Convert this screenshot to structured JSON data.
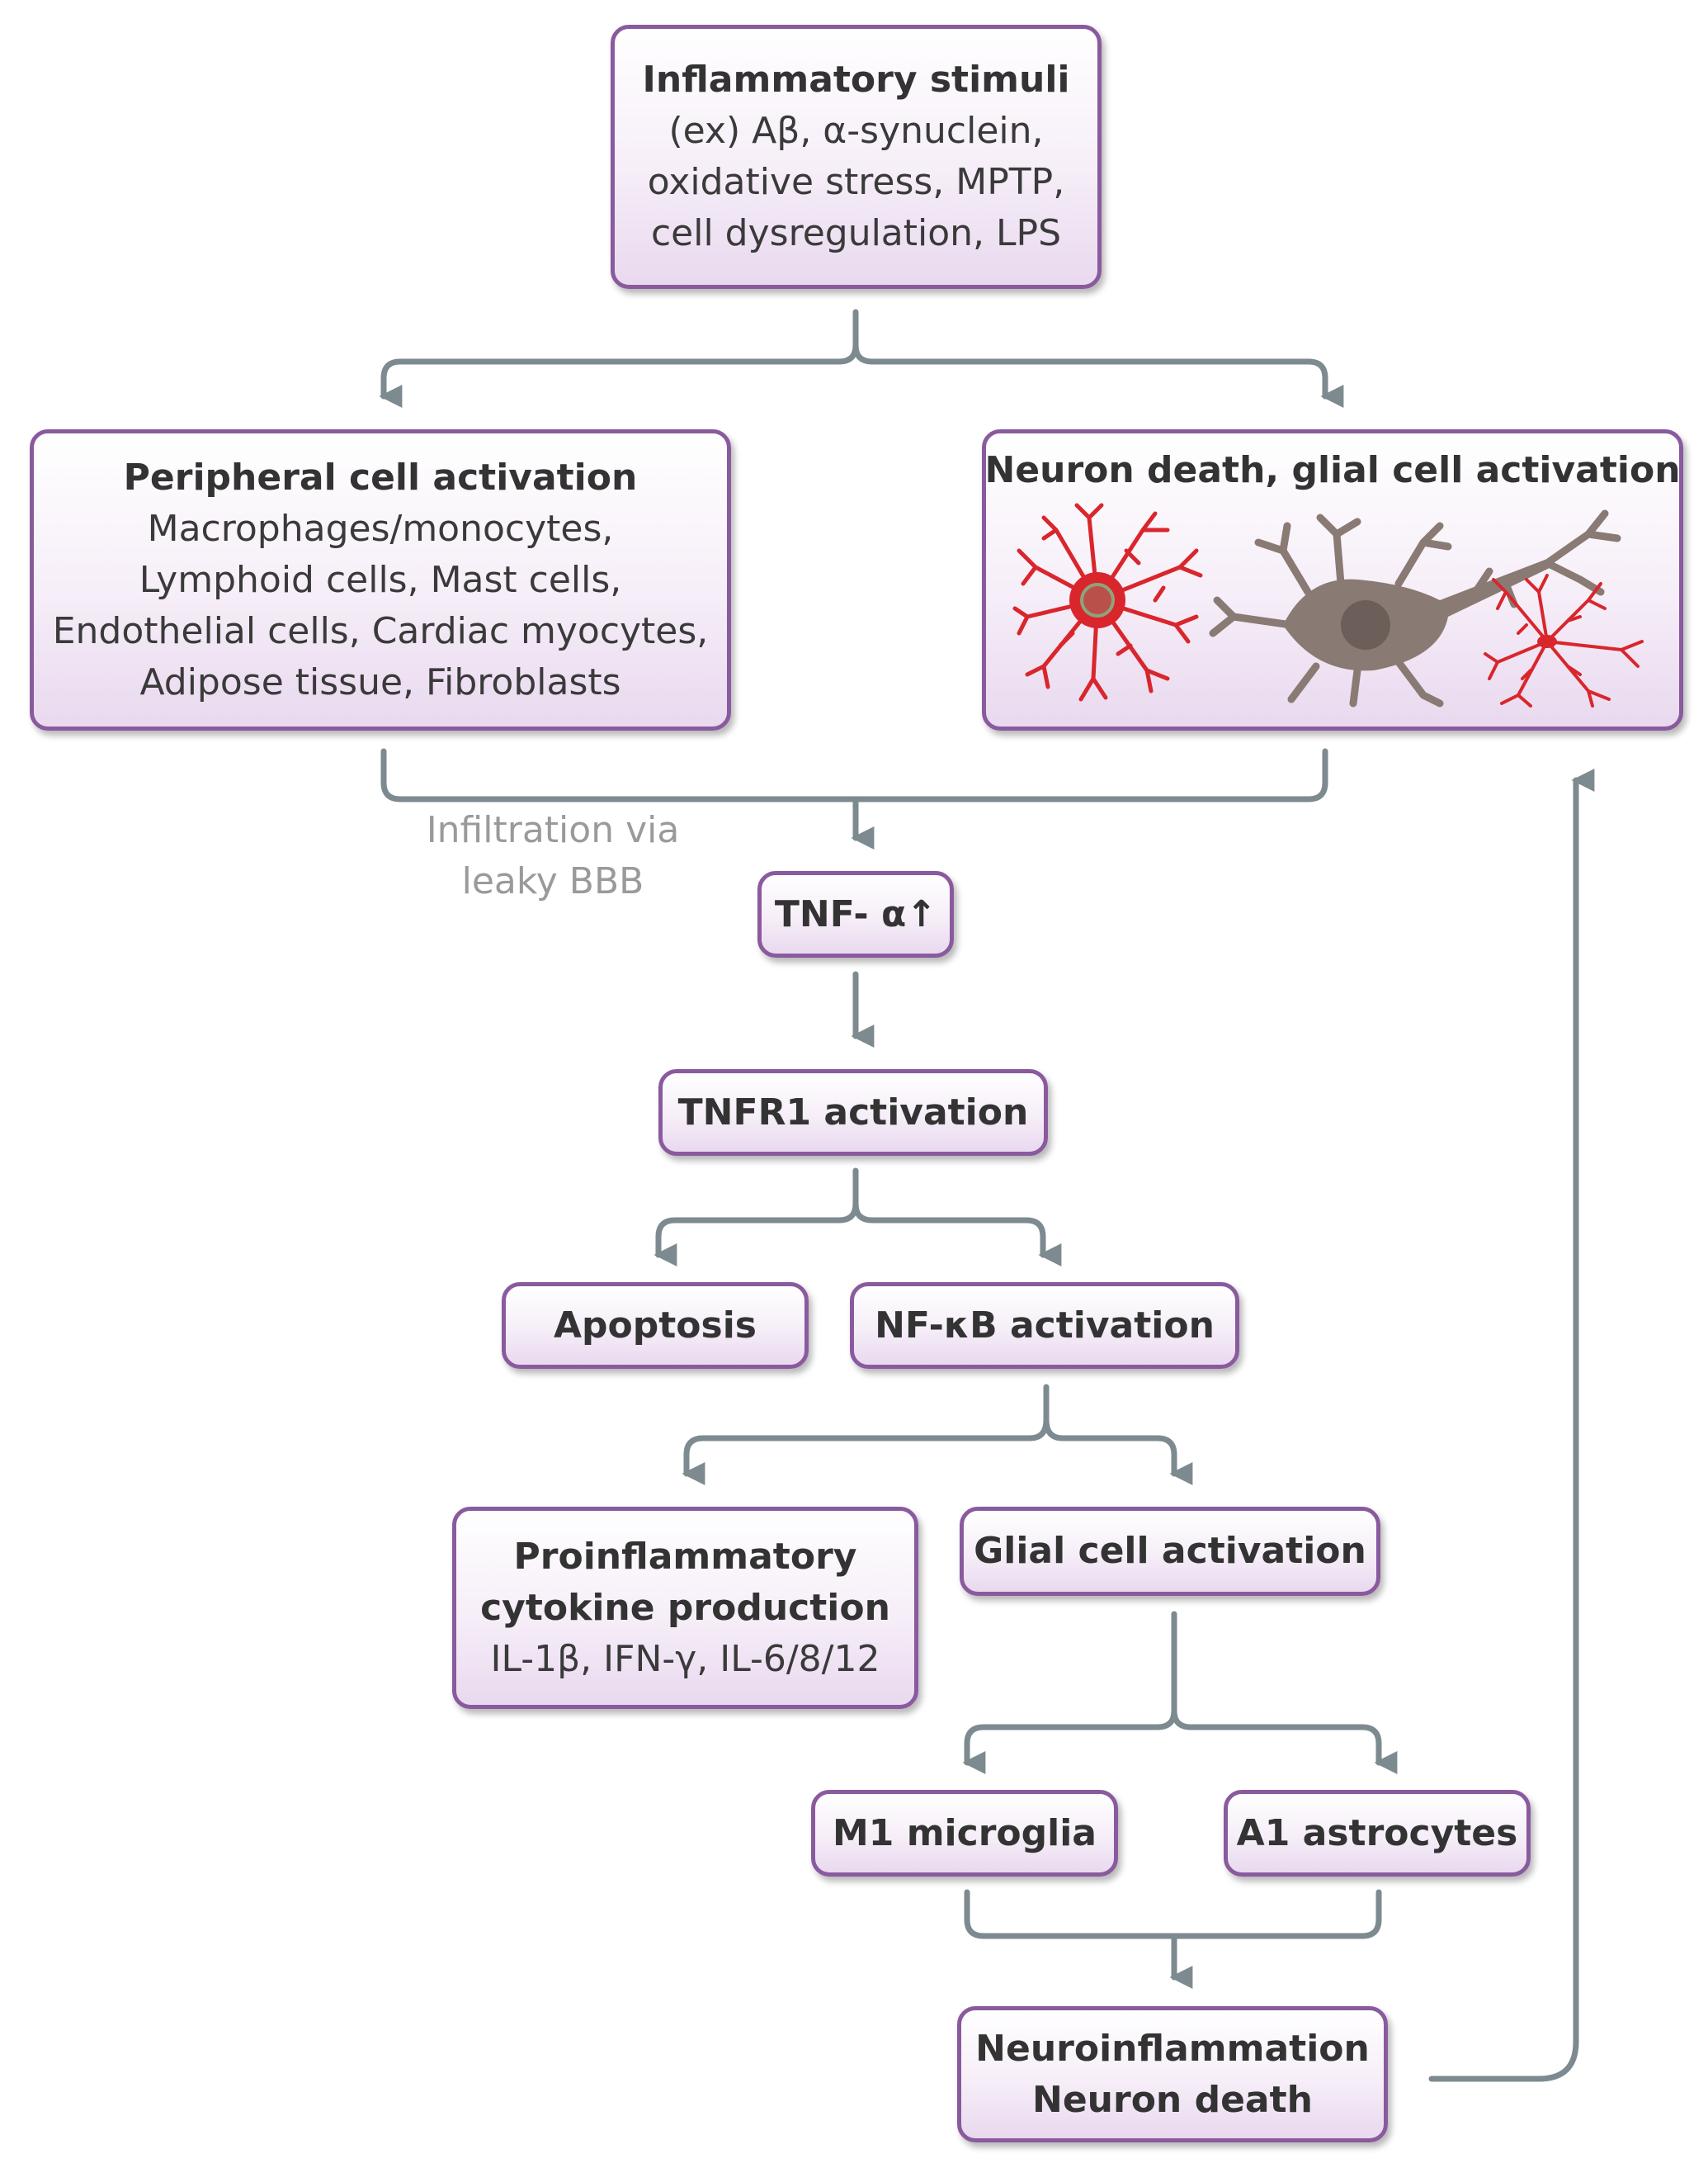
{
  "stimuli": {
    "title": "Inflammatory stimuli",
    "lines": [
      "(ex) Aβ, α-synuclein,",
      "oxidative stress, MPTP,",
      "cell dysregulation, LPS"
    ]
  },
  "peripheral": {
    "title": "Peripheral cell activation",
    "lines": [
      "Macrophages/monocytes,",
      "Lymphoid cells, Mast cells,",
      "Endothelial cells, Cardiac myocytes,",
      "Adipose tissue, Fibroblasts"
    ]
  },
  "neuron_glial": {
    "title": "Neuron death, glial cell activation"
  },
  "infiltration_note": {
    "line1": "Infiltration via",
    "line2": "leaky BBB"
  },
  "tnf": {
    "label": "TNF- α↑"
  },
  "tnfr1": {
    "label": "TNFR1 activation"
  },
  "apoptosis": {
    "label": "Apoptosis"
  },
  "nfkb": {
    "label": "NF-κB activation"
  },
  "cytokine": {
    "title_line1": "Proinflammatory",
    "title_line2": "cytokine production",
    "detail": "IL-1β, IFN-γ, IL-6/8/12"
  },
  "glial": {
    "label": "Glial cell activation"
  },
  "m1": {
    "label": "M1 microglia"
  },
  "a1": {
    "label": "A1 astrocytes"
  },
  "outcome": {
    "line1": "Neuroinflammation",
    "line2": "Neuron death"
  },
  "colors": {
    "box_border": "#8a5a9e",
    "arrow": "#7d8a8f",
    "astrocyte": "#d9262c",
    "neuron": "#8a7a74",
    "note_text": "#9a9a9a"
  }
}
